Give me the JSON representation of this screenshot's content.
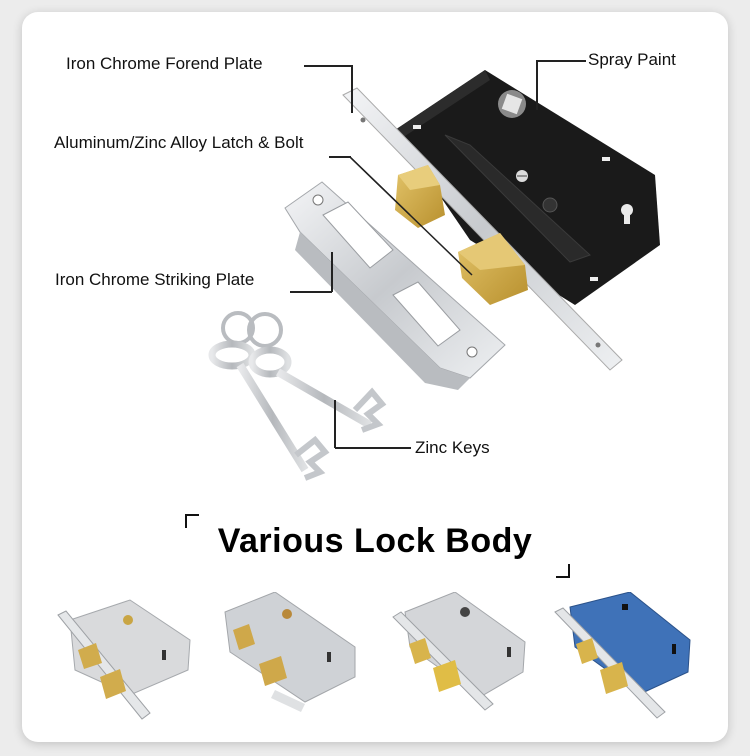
{
  "labels": {
    "forend_plate": "Iron Chrome Forend Plate",
    "spray_paint": "Spray Paint",
    "latch_bolt": "Aluminum/Zinc Alloy Latch & Bolt",
    "striking_plate": "Iron Chrome Striking Plate",
    "keys": "Zinc Keys"
  },
  "section_title": "Various Lock Body",
  "variants": [
    {
      "name": "chrome lock body variant 1",
      "body_color": "#d9dadc"
    },
    {
      "name": "chrome lock body variant 2",
      "body_color": "#cfd2d6"
    },
    {
      "name": "chrome lock body variant 3",
      "body_color": "#d4d6d9"
    },
    {
      "name": "blue lock body variant",
      "body_color": "#3f72b8"
    }
  ],
  "colors": {
    "body_main": "#1c1c1c",
    "chrome": "#d8dadd",
    "brass": "#c9a544",
    "background": "#ffffff"
  }
}
